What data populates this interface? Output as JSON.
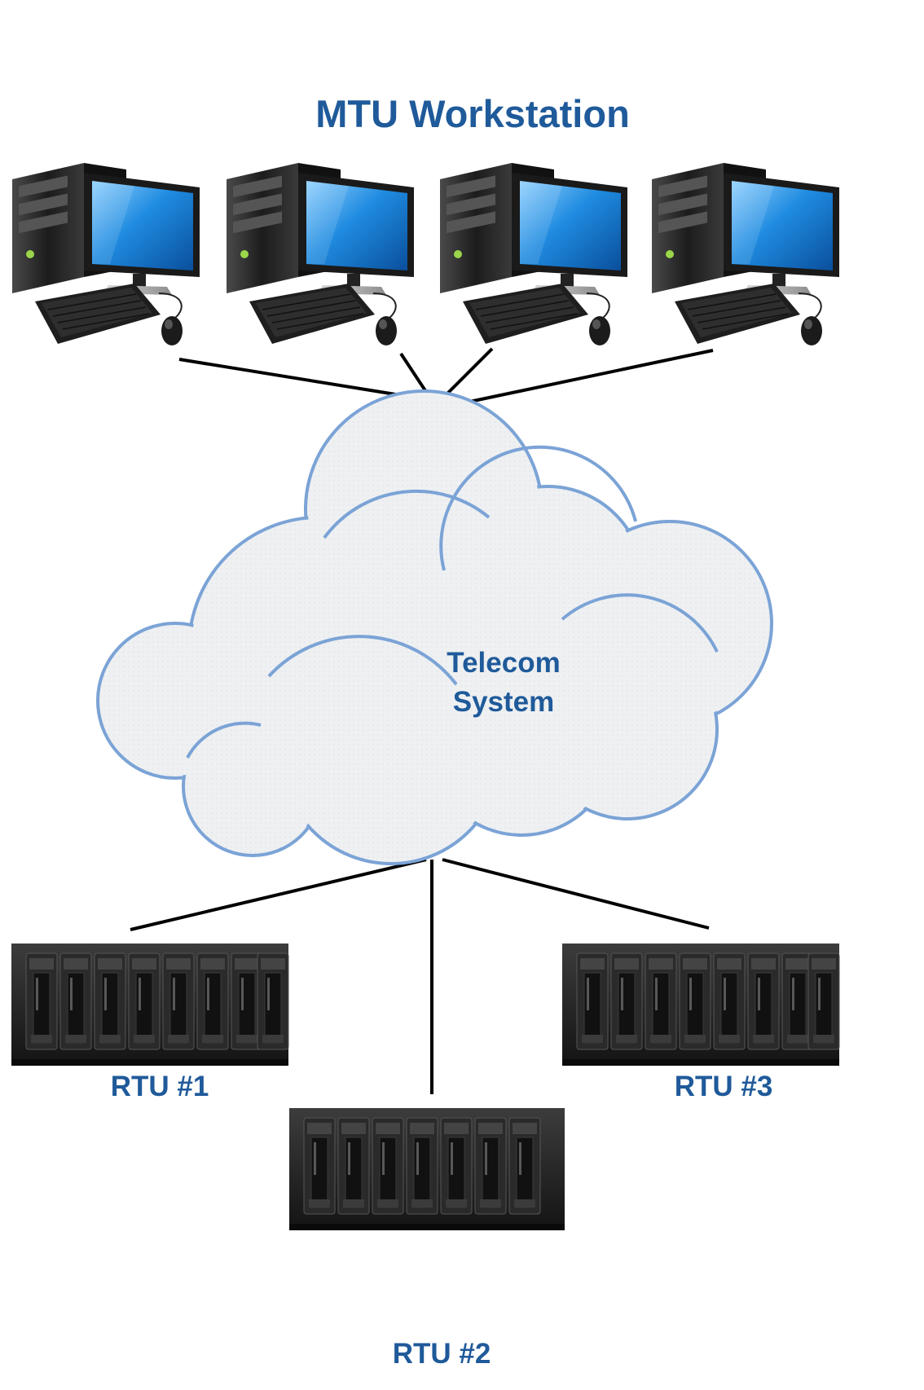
{
  "title": "MTU Workstation",
  "cloud": {
    "line1": "Telecom",
    "line2": "System"
  },
  "rtus": [
    {
      "label": "RTU #1"
    },
    {
      "label": "RTU #2"
    },
    {
      "label": "RTU #3"
    }
  ],
  "colors": {
    "title": "#1f5a9a",
    "cloud_fill": "#eef0f2",
    "cloud_outline": "#7ba3d6",
    "link_line": "#000000",
    "monitor_screen": "#1d7fd6",
    "chassis": "#2b2b2b"
  },
  "icons": {
    "workstation": "desktop-computer-icon",
    "rtu": "rtu-rack-icon",
    "network": "cloud-icon"
  }
}
